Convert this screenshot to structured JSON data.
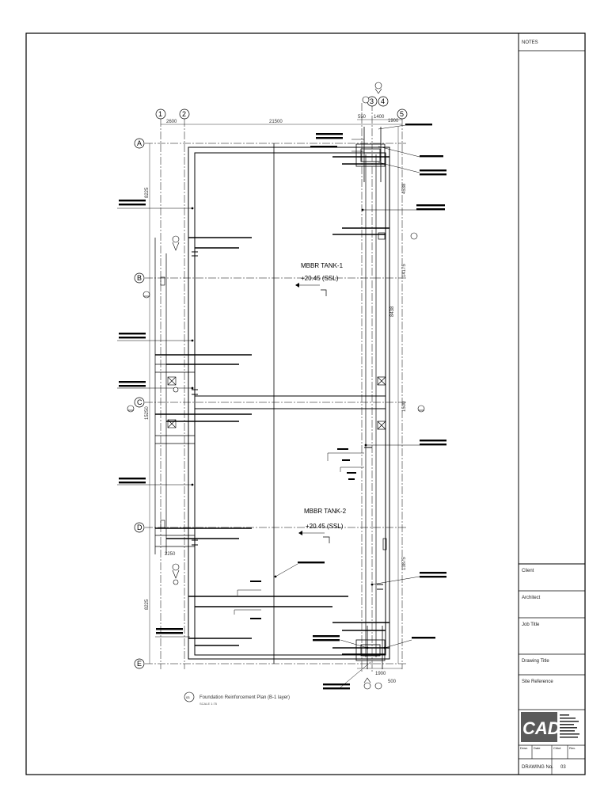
{
  "grid": {
    "columns": [
      "1",
      "2",
      "3",
      "4",
      "5"
    ],
    "rows": [
      "A",
      "B",
      "C",
      "D",
      "E"
    ]
  },
  "dimensions": {
    "overall_width": "21500",
    "bay_1_2": "2600",
    "top_right_a": "550",
    "top_right_b": "1400",
    "top_right_c": "1900",
    "left_1": "8225",
    "left_2": "15250",
    "left_3": "8225",
    "left_4": "2250",
    "right_1": "4538",
    "right_2": "14175",
    "right_3": "8438",
    "right_4": "1500",
    "right_5": "13875",
    "bottom_a": "1900",
    "bottom_b": "500"
  },
  "tanks": [
    {
      "name": "MBBR TANK-1",
      "level": "+20.45 (SSL)"
    },
    {
      "name": "MBBR TANK-2",
      "level": "+20.45 (SSL)"
    }
  ],
  "drawing": {
    "title_number": "03",
    "title": "Foundation Reinforcement Plan (B-1 layer)",
    "scale": "SCALE 1:75"
  },
  "title_block": {
    "notes": "NOTES",
    "client": "Client",
    "architect": "Architect",
    "job_title": "Job Title",
    "drawing_title": "Drawing Title",
    "site_reference": "Site Reference",
    "logo": "CADS",
    "drawing_no_label": "DRAWING No.",
    "drawing_no": "03",
    "date_label": "Date",
    "checked_label": "Chkd",
    "revision_label": "Rev.",
    "drawn_label": "Drwn"
  },
  "colors": {
    "line": "#000000",
    "logo_bg": "#5a5a5a"
  }
}
